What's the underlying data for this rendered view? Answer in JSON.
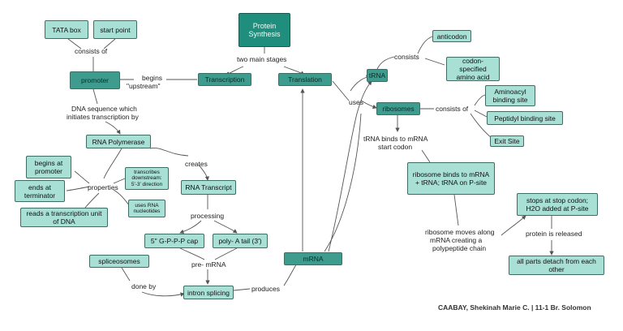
{
  "nodes": {
    "protein_synthesis": "Protein Synthesis",
    "tata_box": "TATA box",
    "start_point": "start point",
    "promoter": "promoter",
    "transcription": "Transcription",
    "translation": "Translation",
    "rna_polymerase": "RNA Polymerase",
    "begins_at_promoter": "begins at promoter",
    "ends_at_terminator": "ends at terminator",
    "reads_unit": "reads a transcription unit of DNA",
    "transcribes_downstream": "transcribes downstream: 5'-3' direction",
    "uses_rna_nucleotides": "uses RNA nucleotides",
    "rna_transcript": "RNA Transcript",
    "cap": "5\" G-P-P-P cap",
    "poly_a_tail": "poly- A tail (3')",
    "spliceosomes": "spliceosomes",
    "intron_splicing": "intron splicing",
    "mrna": "mRNA",
    "trna": "tRNA",
    "anticodon": "anticodon",
    "codon_specified": "codon-specified amino acid",
    "ribosomes": "ribosomes",
    "aminoacyl_site": "Aminoacyl binding site",
    "peptidyl_site": "Peptidyl binding site",
    "exit_site": "Exit Site",
    "ribosome_binds": "ribosome binds to mRNA + tRNA; tRNA on P-site",
    "stops_at_stop_codon": "stops at stop codon; H2O added at P-site",
    "all_parts_detach": "all parts detach from each other"
  },
  "labels": {
    "two_main_stages": "two main stages",
    "consists_of_1": "consists of",
    "begins_upstream_1": "begins",
    "begins_upstream_2": "\"upstream\"",
    "dna_sequence_1": "DNA sequence which",
    "dna_sequence_2": "initiates transcription by",
    "creates": "creates",
    "properties": "properties",
    "processing": "processing",
    "pre_mrna": "pre- mRNA",
    "done_by": "done by",
    "produces": "produces",
    "uses": "uses",
    "consists": "consists",
    "consists_of_2": "consists of",
    "trna_binds_1": "tRNA binds to mRNA",
    "trna_binds_2": "start codon",
    "ribosome_moves_1": "ribosome moves along",
    "ribosome_moves_2": "mRNA creating a",
    "ribosome_moves_3": "polypeptide chain",
    "protein_released": "protein is released"
  },
  "credit": "CAABAY, Shekinah Marie C.  |  11-1 Br. Solomon",
  "colors": {
    "node_fill": "#a8e0d6",
    "stage_fill": "#3d9c8e",
    "root_fill": "#1f8e7c",
    "edge": "#555555"
  }
}
